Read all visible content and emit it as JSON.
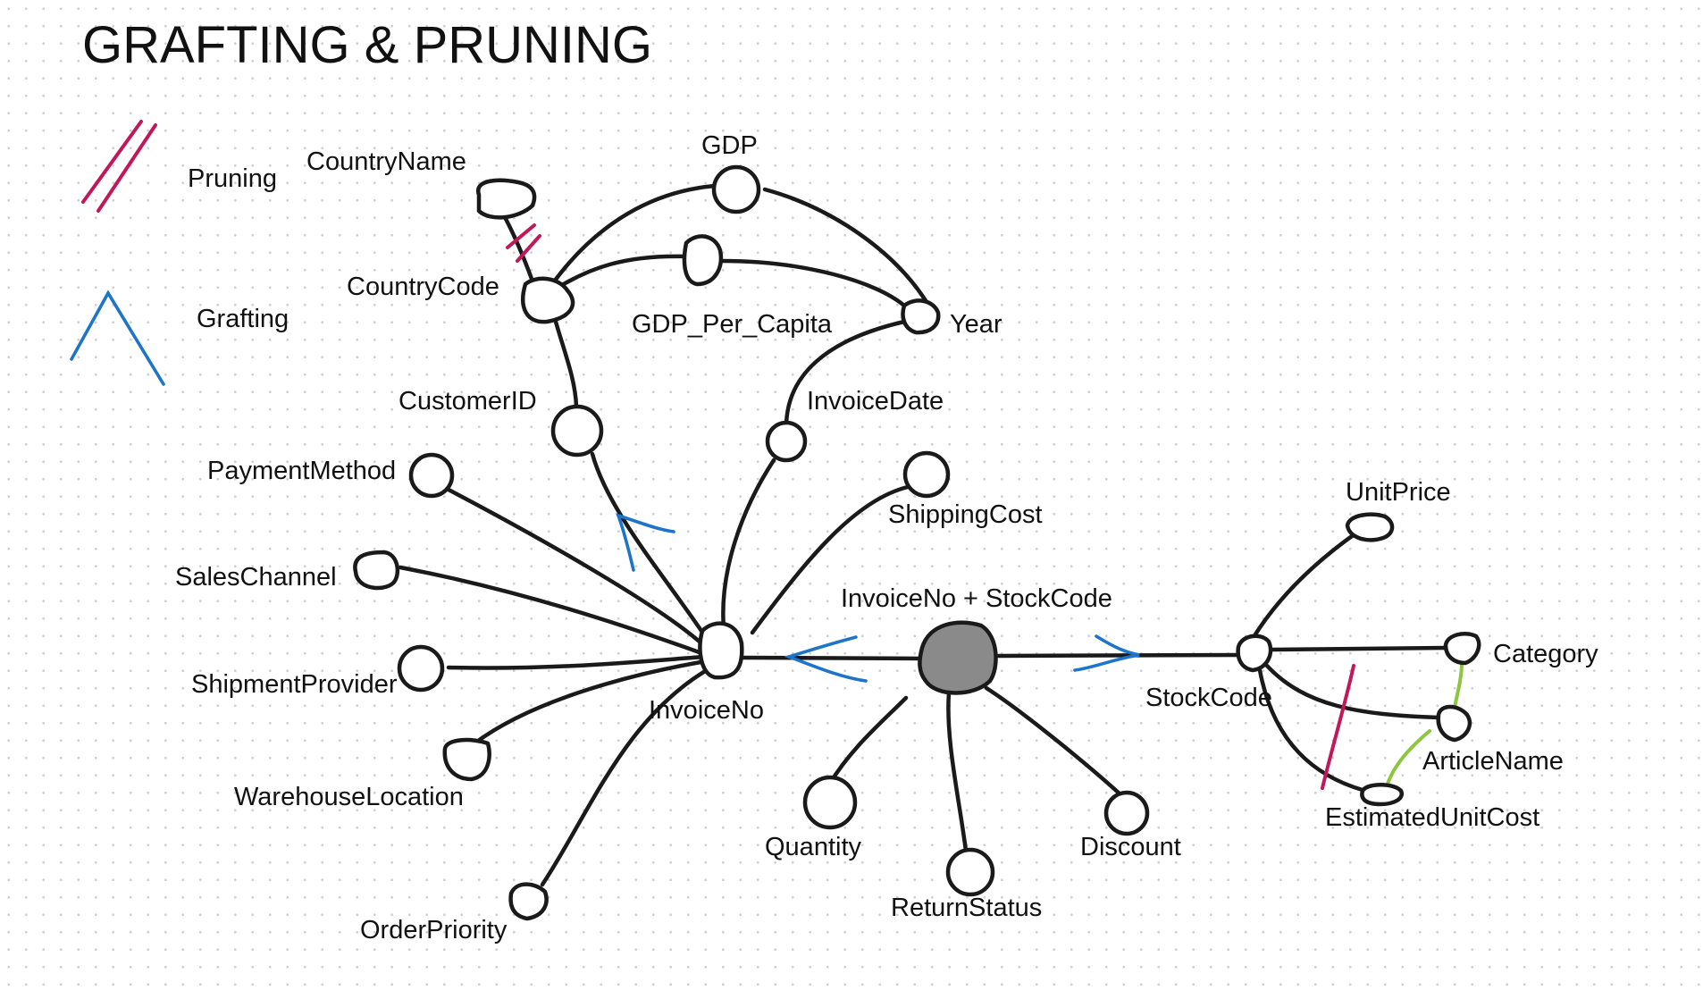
{
  "title": "GRAFTING & PRUNING",
  "legend": {
    "pruning_label": "Pruning",
    "grafting_label": "Grafting"
  },
  "colors": {
    "pruning": "#c0185a",
    "grafting": "#1e74c8",
    "link": "#8cc63f",
    "fact_fill": "#8a8a8a"
  },
  "labels": {
    "country_name": "CountryName",
    "gdp": "GDP",
    "country_code": "CountryCode",
    "gdp_per_capita": "GDP_Per_Capita",
    "year": "Year",
    "customer_id": "CustomerID",
    "invoice_date": "InvoiceDate",
    "payment_method": "PaymentMethod",
    "shipping_cost": "ShippingCost",
    "sales_channel": "SalesChannel",
    "shipment_provider": "ShipmentProvider",
    "warehouse_location": "WarehouseLocation",
    "order_priority": "OrderPriority",
    "invoice_no": "InvoiceNo",
    "fact": "InvoiceNo + StockCode",
    "stock_code": "StockCode",
    "quantity": "Quantity",
    "return_status": "ReturnStatus",
    "discount": "Discount",
    "unit_price": "UnitPrice",
    "category": "Category",
    "article_name": "ArticleName",
    "estimated_unit_cost": "EstimatedUnitCost"
  }
}
